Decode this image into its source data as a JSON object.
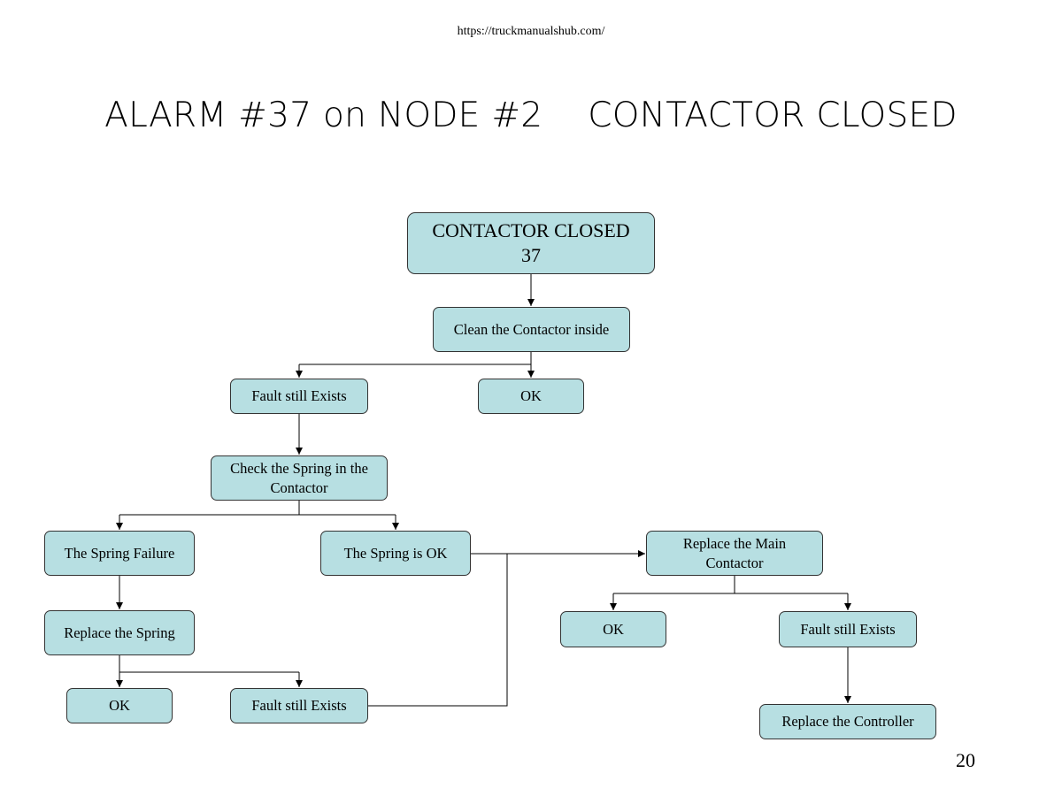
{
  "header": {
    "url": "https://truckmanualshub.com/",
    "title": "ALARM #37 on NODE #2    CONTACTOR CLOSED",
    "page_number": "20"
  },
  "flowchart": {
    "root": "CONTACTOR CLOSED\n37",
    "clean": "Clean the Contactor inside",
    "fault1": "Fault still Exists",
    "ok1": "OK",
    "check_spring": "Check the Spring in the\nContactor",
    "spring_failure": "The Spring Failure",
    "spring_ok": "The Spring is OK",
    "replace_spring": "Replace the Spring",
    "ok2": "OK",
    "fault2": "Fault still Exists",
    "replace_main": "Replace the Main\nContactor",
    "ok3": "OK",
    "fault3": "Fault still Exists",
    "replace_controller": "Replace the Controller"
  },
  "colors": {
    "node_fill": "#b7dfe2",
    "node_border": "#333333",
    "connector": "#000000"
  }
}
